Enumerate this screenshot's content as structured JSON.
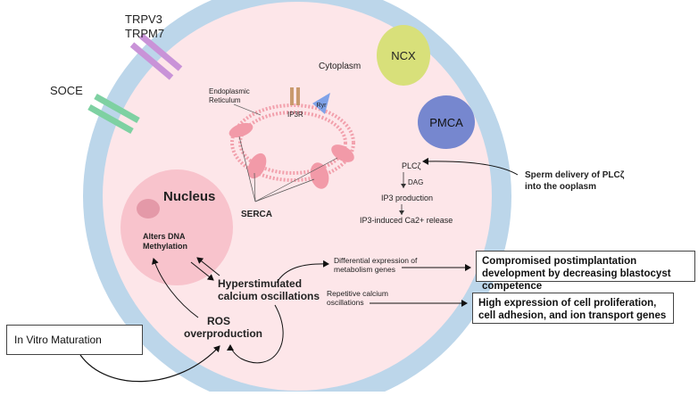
{
  "diagram": {
    "cytoplasm": "Cytoplasm",
    "channels": {
      "trpv3": "TRPV3",
      "trpm7": "TRPM7",
      "soce": "SOCE"
    },
    "pumps": {
      "ncx": "NCX",
      "pmca": "PMCA"
    },
    "er": {
      "line1": "Endoplasmic",
      "line2": "Reticulum",
      "ip3r": "IP3R",
      "ryr": "Ryr",
      "serca": "SERCA"
    },
    "nucleus": {
      "title": "Nucleus",
      "alters_line1": "Alters DNA",
      "alters_line2": "Methylation"
    },
    "pathway": {
      "plc": "PLCζ",
      "dag": "DAG",
      "ip3_production": "IP3 production",
      "ip3_release": "IP3-induced Ca2+ release"
    },
    "sperm": {
      "line1": "Sperm delivery of PLCζ",
      "line2": "into the ooplasm"
    },
    "hyper": {
      "line1": "Hyperstimulated",
      "line2": "calcium oscillations"
    },
    "ros": {
      "line1": "ROS",
      "line2": "overproduction"
    },
    "differential": {
      "line1": "Differential expression of",
      "line2": "metabolism genes"
    },
    "repetitive": {
      "line1": "Repetitive calcium",
      "line2": "oscillations"
    },
    "outcome1": "Compromised postimplantation development by decreasing blastocyst competence",
    "outcome2": "High expression of cell proliferation, cell adhesion, and ion transport genes",
    "ivm": "In Vitro Maturation",
    "colors": {
      "outer_membrane": "#bcd6ea",
      "cytoplasm": "#fde6e9",
      "nucleus": "#f8c3cc",
      "nucleolus": "#e499a8",
      "er": "#f2a0ac",
      "trp": "#c993d8",
      "soce": "#7ed1a2",
      "ncx": "#d8e07a",
      "pmca": "#7687cf",
      "ryr": "#7fa2e8",
      "ip3r": "#c99a6e"
    }
  }
}
